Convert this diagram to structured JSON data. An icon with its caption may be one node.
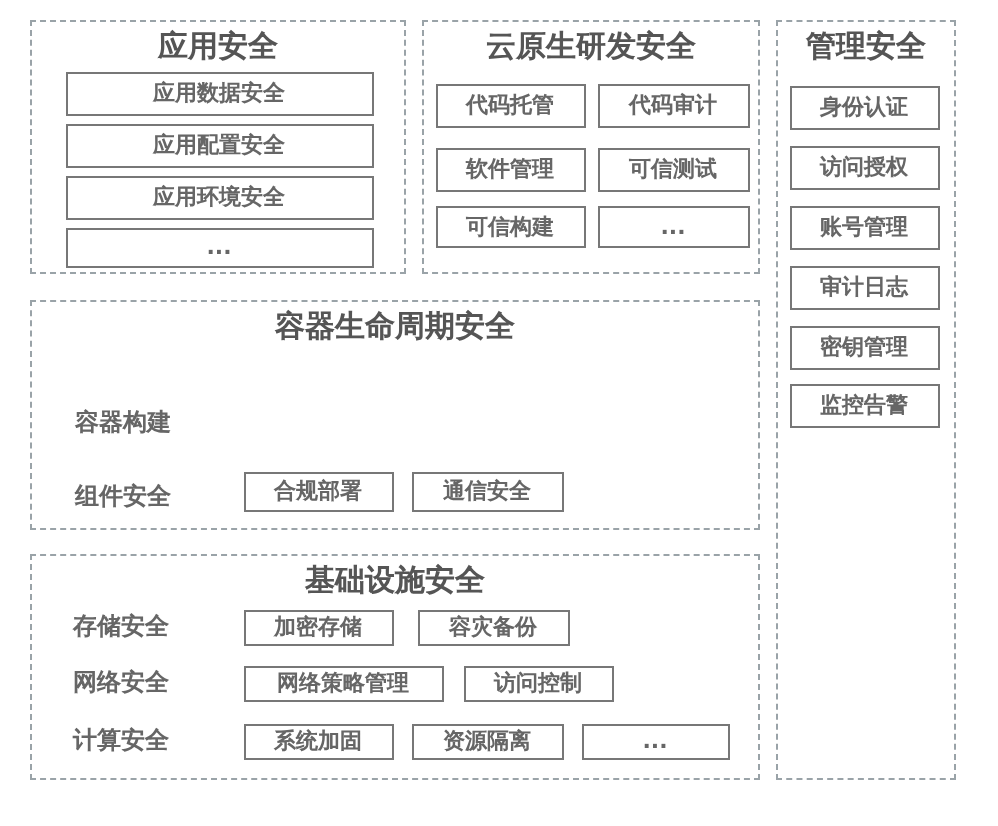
{
  "diagram": {
    "nodes": [
      {
        "text": [
          "应用安全"
        ]
      },
      {
        "text": [
          "应用数据安全"
        ],
        "in": 0
      },
      {
        "text": [
          "应用配置安全"
        ],
        "in": 0
      },
      {
        "text": [
          "应用环境安全"
        ],
        "in": 0
      },
      {
        "text": [
          "..."
        ],
        "in": 0
      },
      {
        "text": [
          "云原生研发安全"
        ]
      },
      {
        "text": [
          "代码托管"
        ],
        "in": 5
      },
      {
        "text": [
          "代码审计"
        ],
        "in": 5
      },
      {
        "text": [
          "软件管理"
        ],
        "in": 5
      },
      {
        "text": [
          "可信测试"
        ],
        "in": 5
      },
      {
        "text": [
          "可信构建"
        ],
        "in": 5
      },
      {
        "text": [
          "..."
        ],
        "in": 5
      },
      {
        "text": [
          "管理安全"
        ]
      },
      {
        "text": [
          "身份认证"
        ],
        "in": 12
      },
      {
        "text": [
          "访问授权"
        ],
        "in": 12
      },
      {
        "text": [
          "账号管理"
        ],
        "in": 12
      },
      {
        "text": [
          "审计日志"
        ],
        "in": 12
      },
      {
        "text": [
          "密钥管理"
        ],
        "in": 12
      },
      {
        "text": [
          "监控告警"
        ],
        "in": 12
      },
      {
        "text": [
          "容器生命周期安全"
        ]
      },
      {
        "text": [
          "容器构建"
        ],
        "in": 19
      },
      {
        "text": [
          "组件安全"
        ],
        "in": 19
      },
      {
        "text": [
          "合规部署"
        ],
        "in": 19
      },
      {
        "text": [
          "通信安全"
        ],
        "in": 19
      },
      {
        "text": [
          "基础设施安全"
        ]
      },
      {
        "text": [
          "存储安全"
        ],
        "in": 24
      },
      {
        "text": [
          "加密存储"
        ],
        "in": 24
      },
      {
        "text": [
          "容灾备份"
        ],
        "in": 24
      },
      {
        "text": [
          "网络安全"
        ],
        "in": 24
      },
      {
        "text": [
          "网络策略管理"
        ],
        "in": 24
      },
      {
        "text": [
          "访问控制"
        ],
        "in": 24
      },
      {
        "text": [
          "计算安全"
        ],
        "in": 24
      },
      {
        "text": [
          "系统加固"
        ],
        "in": 24
      },
      {
        "text": [
          "资源隔离"
        ],
        "in": 24
      },
      {
        "text": [
          "..."
        ],
        "in": 24
      }
    ],
    "edges": []
  }
}
